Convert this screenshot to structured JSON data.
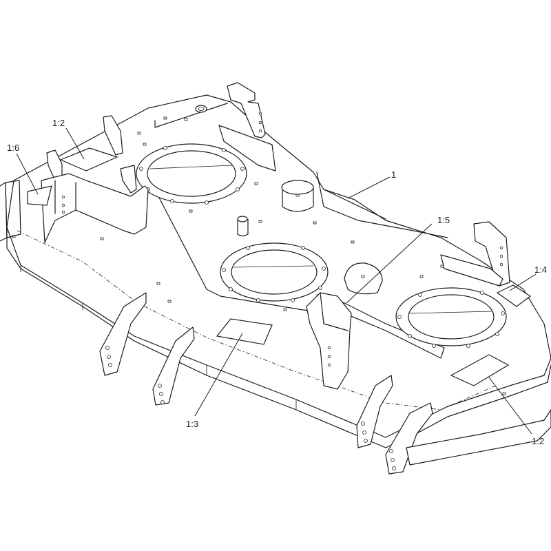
{
  "callouts": [
    {
      "id": "c1",
      "label": "1"
    },
    {
      "id": "c1-2a",
      "label": "1:2"
    },
    {
      "id": "c1-6",
      "label": "1:6"
    },
    {
      "id": "c1-5",
      "label": "1:5"
    },
    {
      "id": "c1-4",
      "label": "1:4"
    },
    {
      "id": "c1-3",
      "label": "1:3"
    },
    {
      "id": "c1-2b",
      "label": "1:2"
    }
  ]
}
